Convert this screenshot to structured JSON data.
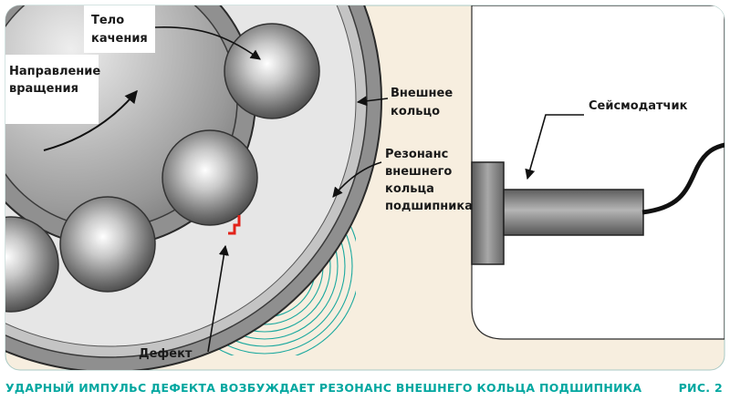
{
  "labels": {
    "rolling_element": [
      "Тело",
      "качения"
    ],
    "rotation_direction": [
      "Направление",
      "вращения"
    ],
    "outer_ring": [
      "Внешнее",
      "кольцо"
    ],
    "resonance": [
      "Резонанс",
      "внешнего",
      "кольца",
      "подшипника"
    ],
    "sensor": "Сейсмодатчик",
    "defect": "Дефект"
  },
  "caption": {
    "text": "УДАРНЫЙ ИМПУЛЬС ДЕФЕКТА ВОЗБУЖДАЕТ РЕЗОНАНС ВНЕШНЕГО КОЛЬЦА ПОДШИПНИКА",
    "figure": "РИС. 2"
  },
  "colors": {
    "housing": "#f7eedf",
    "wave": "#1aa89e",
    "defect": "#e2231a",
    "caption": "#00a7a0"
  }
}
